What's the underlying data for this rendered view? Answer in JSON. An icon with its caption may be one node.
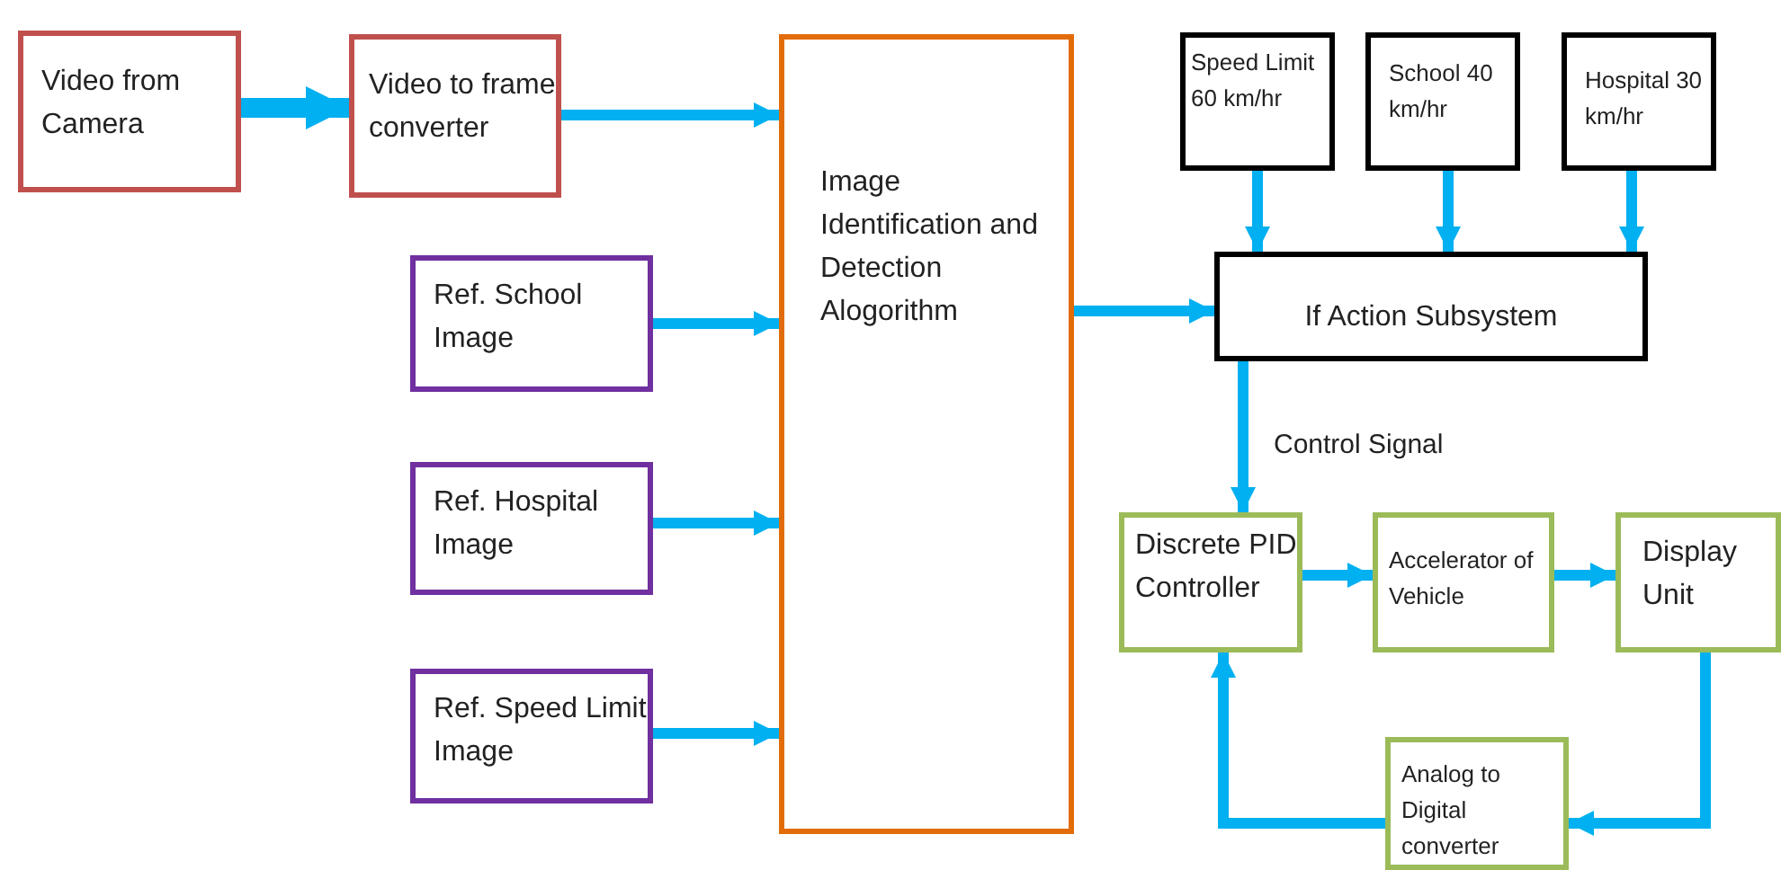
{
  "diagram": {
    "nodes": [
      {
        "text": [
          "Video from Camera"
        ]
      },
      {
        "text": [
          "Video to frame converter"
        ]
      },
      {
        "text": [
          "Ref. School Image"
        ]
      },
      {
        "text": [
          "Ref. Hospital Image"
        ]
      },
      {
        "text": [
          "Ref. Speed Limit Image"
        ]
      },
      {
        "text": [
          "Image Identification and Detection Alogorithm"
        ]
      },
      {
        "text": [
          "Speed Limit 60 km/hr"
        ]
      },
      {
        "text": [
          "School 40 km/hr"
        ]
      },
      {
        "text": [
          "Hospital 30 km/hr"
        ]
      },
      {
        "text": [
          "If Action Subsystem"
        ]
      },
      {
        "text": [
          "Discrete PID Controller"
        ]
      },
      {
        "text": [
          "Accelerator of Vehicle"
        ]
      },
      {
        "text": [
          "Display Unit"
        ]
      },
      {
        "text": [
          "Analog to Digital converter"
        ]
      }
    ],
    "edges": [
      {
        "from": 0,
        "to": 1,
        "arrow": "to",
        "style": "thick"
      },
      {
        "from": 1,
        "to": 5,
        "arrow": "to"
      },
      {
        "from": 2,
        "to": 5,
        "arrow": "to"
      },
      {
        "from": 3,
        "to": 5,
        "arrow": "to"
      },
      {
        "from": 4,
        "to": 5,
        "arrow": "to"
      },
      {
        "from": 5,
        "to": 9,
        "arrow": "to"
      },
      {
        "from": 6,
        "to": 9,
        "arrow": "to"
      },
      {
        "from": 7,
        "to": 9,
        "arrow": "to"
      },
      {
        "from": 8,
        "to": 9,
        "arrow": "to"
      },
      {
        "from": 9,
        "to": 10,
        "arrow": "to",
        "label": "Control Signal"
      },
      {
        "from": 10,
        "to": 11,
        "arrow": "to"
      },
      {
        "from": 11,
        "to": 12,
        "arrow": "to"
      },
      {
        "from": 12,
        "to": 13,
        "arrow": "to"
      },
      {
        "from": 13,
        "to": 10,
        "arrow": "to"
      }
    ]
  }
}
